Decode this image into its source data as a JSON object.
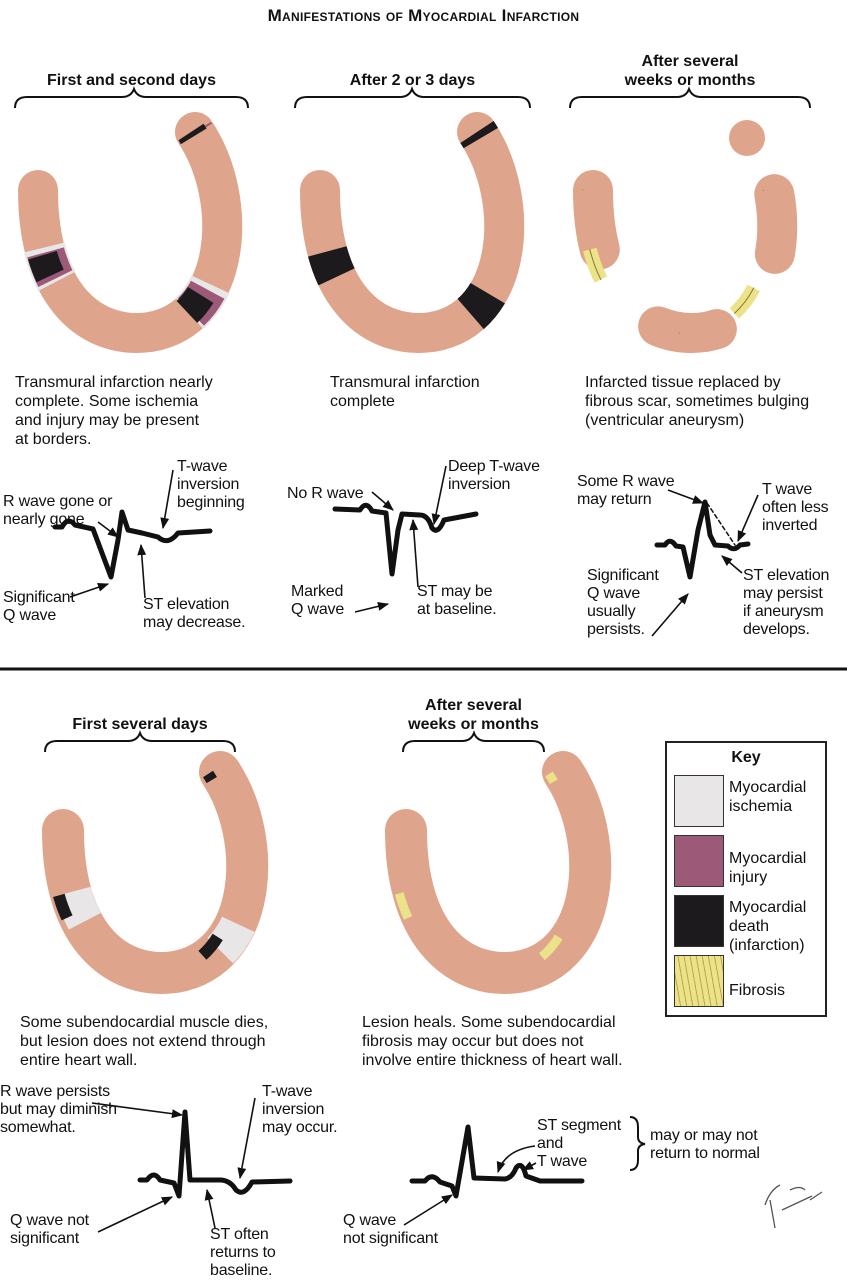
{
  "title": "Manifestations of Myocardial Infarction",
  "colors": {
    "muscle": "#dfa58c",
    "ischemia": "#e8e6e6",
    "injury": "#9c5a78",
    "death": "#1c1a1c",
    "fibrosis": "#ece28a"
  },
  "transmural": {
    "panels": [
      {
        "heading": "First and second days",
        "caption": "Transmural infarction nearly\ncomplete. Some ischemia\nand injury may be present\nat borders.",
        "ecg_labels": [
          "R wave gone or\nnearly gone",
          "T-wave\ninversion\nbeginning",
          "Significant\nQ wave",
          "ST elevation\nmay decrease."
        ]
      },
      {
        "heading": "After 2 or 3 days",
        "caption": "Transmural infarction\ncomplete",
        "ecg_labels": [
          "No R wave",
          "Deep T-wave\ninversion",
          "Marked\nQ wave",
          "ST may be\nat baseline."
        ]
      },
      {
        "heading": "After several\nweeks or months",
        "caption": "Infarcted tissue replaced by\nfibrous scar, sometimes bulging\n(ventricular aneurysm)",
        "ecg_labels": [
          "Some R wave\nmay return",
          "T wave\noften less\ninverted",
          "Significant\nQ wave\nusually\npersists.",
          "ST elevation\nmay persist\nif aneurysm\ndevelops."
        ]
      }
    ]
  },
  "subendocardial": {
    "panels": [
      {
        "heading": "First several days",
        "caption": "Some subendocardial muscle dies,\nbut lesion does not extend through\nentire heart wall.",
        "ecg_labels": [
          "R wave persists\nbut may diminish\nsomewhat.",
          "T-wave\ninversion\nmay occur.",
          "Q wave not\nsignificant",
          "ST often\nreturns to\nbaseline."
        ]
      },
      {
        "heading": "After several\nweeks or months",
        "caption": "Lesion heals. Some subendocardial\nfibrosis may occur but does not\ninvolve entire thickness of heart wall.",
        "ecg_labels": [
          "ST segment\nand\nT wave",
          "may or may not\nreturn to normal",
          "Q wave\nnot significant"
        ]
      }
    ]
  },
  "key": {
    "title": "Key",
    "items": [
      {
        "label": "Myocardial\nischemia"
      },
      {
        "label": "Myocardial\ninjury"
      },
      {
        "label": "Myocardial\ndeath\n(infarction)"
      },
      {
        "label": "Fibrosis"
      }
    ]
  },
  "signature": "F. Netter M.D."
}
